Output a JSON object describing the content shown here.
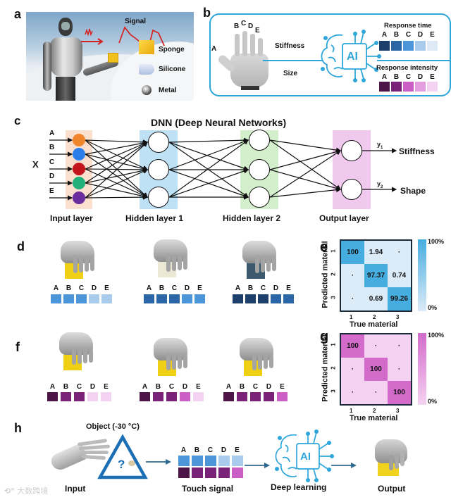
{
  "panels": {
    "a": {
      "label": "a",
      "signal_label": "Signal",
      "materials": [
        "Sponge",
        "Silicone",
        "Metal"
      ]
    },
    "b": {
      "label": "b",
      "fingers": [
        "A",
        "B",
        "C",
        "D",
        "E"
      ],
      "properties": [
        "Stiffness",
        "Size"
      ],
      "ai_chip_label": "AI",
      "response_time_title": "Response time",
      "response_intensity_title": "Response intensity",
      "response_time_colors": [
        "#1d3f6b",
        "#2b66a6",
        "#4b95d8",
        "#a9cbec",
        "#dde9f5"
      ],
      "response_intensity_colors": [
        "#4d1447",
        "#7a2278",
        "#cc5fc6",
        "#e39ee0",
        "#f3d3f1"
      ]
    },
    "c": {
      "label": "c",
      "title": "DNN (Deep Neural Networks)",
      "input_var": "X",
      "inputs": [
        "A",
        "B",
        "C",
        "D",
        "E"
      ],
      "input_node_colors": [
        "#f0862c",
        "#2a7fea",
        "#c2141a",
        "#22b07a",
        "#6a2c9e"
      ],
      "layers": [
        "Input layer",
        "Hidden layer 1",
        "Hidden layer 2",
        "Output layer"
      ],
      "outputs": [
        {
          "var": "y",
          "sub": "1",
          "label": "Stiffness"
        },
        {
          "var": "y",
          "sub": "2",
          "label": "Shape"
        }
      ],
      "layer_colors": {
        "input": "#fbe0d0",
        "hidden1": "#bfe1f5",
        "hidden2": "#d3efcc",
        "output": "#f1c9ef"
      }
    },
    "d": {
      "label": "d",
      "letters": [
        "A",
        "B",
        "C",
        "D",
        "E"
      ],
      "groups": [
        {
          "object": "sponge",
          "colors": [
            "#4b95d8",
            "#4b95d8",
            "#4b95d8",
            "#a9cbec",
            "#a9cbec"
          ]
        },
        {
          "object": "silicone",
          "colors": [
            "#2b66a6",
            "#2b66a6",
            "#2b66a6",
            "#4b95d8",
            "#4b95d8"
          ]
        },
        {
          "object": "metal",
          "colors": [
            "#1d3f6b",
            "#1d3f6b",
            "#1d3f6b",
            "#2b66a6",
            "#2b66a6"
          ]
        }
      ]
    },
    "e": {
      "label": "e",
      "ylabel": "Predicted material",
      "xlabel": "True material",
      "ticks": [
        "1",
        "2",
        "3"
      ],
      "colorbar": [
        "100%",
        "0%"
      ],
      "cells": [
        [
          "100",
          "1.94",
          "·"
        ],
        [
          "·",
          "97.37",
          "0.74"
        ],
        [
          "·",
          "0.69",
          "99.26"
        ]
      ],
      "high_color": "#46ade0",
      "low_color": "#dcebf8"
    },
    "f": {
      "label": "f",
      "letters": [
        "A",
        "B",
        "C",
        "D",
        "E"
      ],
      "groups": [
        {
          "size": "small",
          "colors": [
            "#4d1447",
            "#7a2278",
            "#7a2278",
            "#f3d3f1",
            "#f3d3f1"
          ]
        },
        {
          "size": "medium",
          "colors": [
            "#4d1447",
            "#7a2278",
            "#7a2278",
            "#cc5fc6",
            "#f3d3f1"
          ]
        },
        {
          "size": "large",
          "colors": [
            "#4d1447",
            "#7a2278",
            "#7a2278",
            "#7a2278",
            "#cc5fc6"
          ]
        }
      ]
    },
    "g": {
      "label": "g",
      "ylabel": "Predicted material",
      "xlabel": "True material",
      "ticks": [
        "1",
        "2",
        "3"
      ],
      "colorbar": [
        "100%",
        "0%"
      ],
      "cells": [
        [
          "100",
          "·",
          "·"
        ],
        [
          "·",
          "100",
          "·"
        ],
        [
          "·",
          "·",
          "100"
        ]
      ],
      "high_color": "#d36bcb",
      "low_color": "#f5d2f1"
    },
    "h": {
      "label": "h",
      "object_label": "Object (-30 °C)",
      "unknown_mark": "?",
      "letters": [
        "A",
        "B",
        "C",
        "D",
        "E"
      ],
      "signal_top_colors": [
        "#4b95d8",
        "#4b95d8",
        "#4b95d8",
        "#a9cbec",
        "#a9cbec"
      ],
      "signal_bottom_colors": [
        "#4d1447",
        "#7a2278",
        "#7a2278",
        "#7a2278",
        "#cc5fc6"
      ],
      "ai_chip_label": "AI",
      "steps": [
        "Input",
        "Touch signal",
        "Deep learning",
        "Output"
      ],
      "watermark": "大数跨境"
    }
  }
}
